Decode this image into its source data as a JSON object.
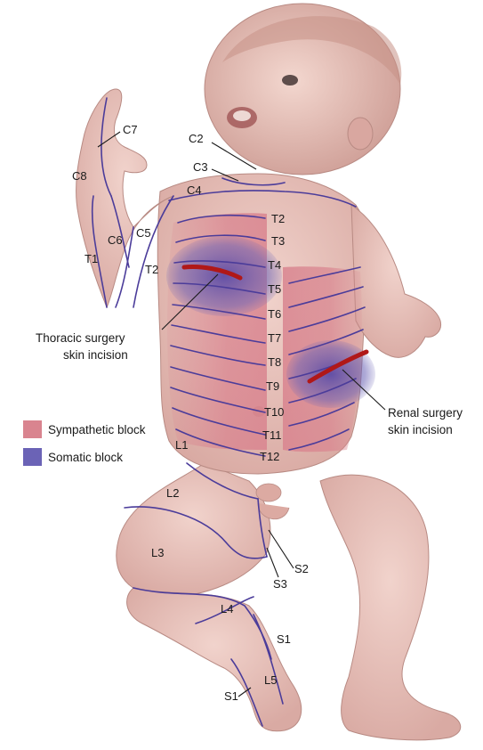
{
  "colors": {
    "sympathetic": "#d9848f",
    "somatic": "#6b63b6",
    "dermatome_line": "#4b3c9a",
    "incision": "#b01818",
    "skin": "#ecc7bf"
  },
  "legend": {
    "sympathetic_label": "Sympathetic block",
    "somatic_label": "Somatic block"
  },
  "callouts": {
    "thoracic_line1": "Thoracic surgery",
    "thoracic_line2": "skin incision",
    "renal_line1": "Renal surgery",
    "renal_line2": "skin incision"
  },
  "dermatomes": {
    "C2": "C2",
    "C3": "C3",
    "C4": "C4",
    "C5": "C5",
    "C6": "C6",
    "C7": "C7",
    "C8": "C8",
    "T1": "T1",
    "T2_arm": "T2",
    "T2": "T2",
    "T3": "T3",
    "T4": "T4",
    "T5": "T5",
    "T6": "T6",
    "T7": "T7",
    "T8": "T8",
    "T9": "T9",
    "T10": "T10",
    "T11": "T11",
    "T12": "T12",
    "L1": "L1",
    "L2": "L2",
    "L3": "L3",
    "L4": "L4",
    "L5": "L5",
    "S1_upper": "S1",
    "S1_lower": "S1",
    "S2": "S2",
    "S3": "S3"
  }
}
